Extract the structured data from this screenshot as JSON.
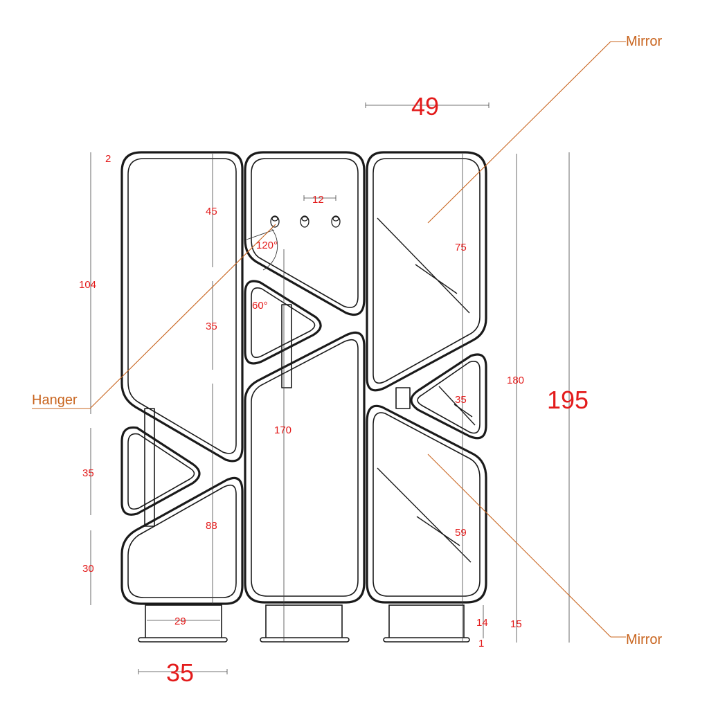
{
  "labels": {
    "mirror_top": "Mirror",
    "mirror_bottom": "Mirror",
    "hanger": "Hanger"
  },
  "dimensions": {
    "overall_height": "195",
    "frame_height": "180",
    "center_height": "170",
    "top_width": "49",
    "bottom_width": "35",
    "base_width": "29",
    "left_top_panel": "104",
    "left_triangle": "35",
    "left_bottom_panel": "30",
    "gap_top": "2",
    "inner_45": "45",
    "inner_35": "35",
    "inner_88": "88",
    "hook_spacing": "12",
    "angle_120": "120°",
    "angle_60": "60°",
    "right_mirror_top": "75",
    "right_triangle": "35",
    "right_mirror_bottom": "59",
    "base_14": "14",
    "base_15": "15",
    "base_1": "1"
  },
  "colors": {
    "dimension": "#e31b1b",
    "leader": "#c8641e",
    "line": "#1a1a1a"
  }
}
